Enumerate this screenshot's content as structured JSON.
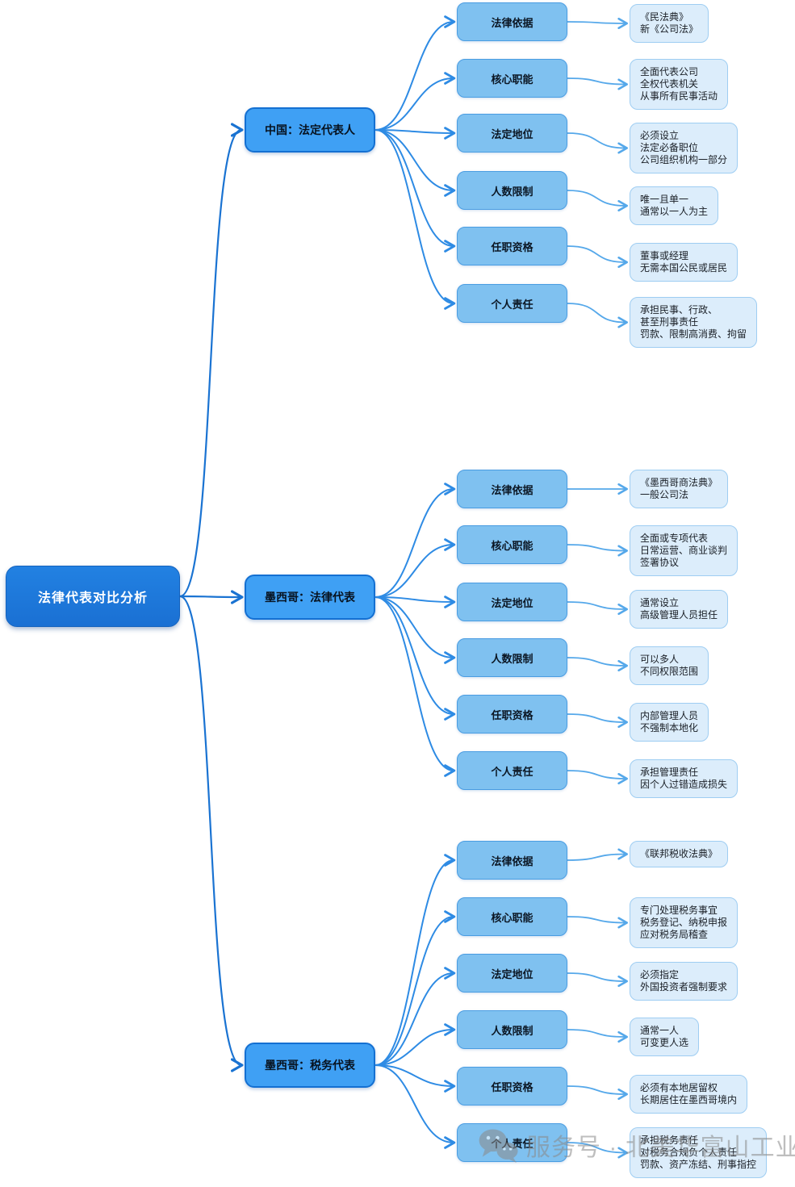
{
  "root": {
    "label": "法律代表对比分析"
  },
  "branches": [
    {
      "label": "中国：法定代表人",
      "items": [
        {
          "label": "法律依据",
          "detail": "《民法典》\n新《公司法》"
        },
        {
          "label": "核心职能",
          "detail": "全面代表公司\n全权代表机关\n从事所有民事活动"
        },
        {
          "label": "法定地位",
          "detail": "必须设立\n法定必备职位\n公司组织机构一部分"
        },
        {
          "label": "人数限制",
          "detail": "唯一且单一\n通常以一人为主"
        },
        {
          "label": "任职资格",
          "detail": "董事或经理\n无需本国公民或居民"
        },
        {
          "label": "个人责任",
          "detail": "承担民事、行政、\n甚至刑事责任\n罚款、限制高消费、拘留"
        }
      ]
    },
    {
      "label": "墨西哥：法律代表",
      "items": [
        {
          "label": "法律依据",
          "detail": "《墨西哥商法典》\n一般公司法"
        },
        {
          "label": "核心职能",
          "detail": "全面或专项代表\n日常运营、商业谈判\n签署协议"
        },
        {
          "label": "法定地位",
          "detail": "通常设立\n高级管理人员担任"
        },
        {
          "label": "人数限制",
          "detail": "可以多人\n不同权限范围"
        },
        {
          "label": "任职资格",
          "detail": "内部管理人员\n不强制本地化"
        },
        {
          "label": "个人责任",
          "detail": "承担管理责任\n因个人过错造成损失"
        }
      ]
    },
    {
      "label": "墨西哥：税务代表",
      "items": [
        {
          "label": "法律依据",
          "detail": "《联邦税收法典》"
        },
        {
          "label": "核心职能",
          "detail": "专门处理税务事宜\n税务登记、纳税申报\n应对税务局稽查"
        },
        {
          "label": "法定地位",
          "detail": "必须指定\n外国投资者强制要求"
        },
        {
          "label": "人数限制",
          "detail": "通常一人\n可变更人选"
        },
        {
          "label": "任职资格",
          "detail": "必须有本地居留权\n长期居住在墨西哥境内"
        },
        {
          "label": "个人责任",
          "detail": "承担税务责任\n对税务合规负个人责任\n罚款、资产冻结、刑事指控"
        }
      ]
    }
  ],
  "watermark": {
    "text": "服务号 · 北美华富山工业园",
    "icon": "wechat-icon"
  },
  "colors": {
    "root_fill": "#1d78da",
    "branch_fill": "#3fa0f4",
    "branch_border": "#1470d2",
    "sub_fill": "#7fc1f0",
    "leaf_fill": "#dcedfb",
    "connector_dark": "#1a73d2",
    "connector_mid": "#2e8be4",
    "connector_light": "#55a8ea"
  }
}
